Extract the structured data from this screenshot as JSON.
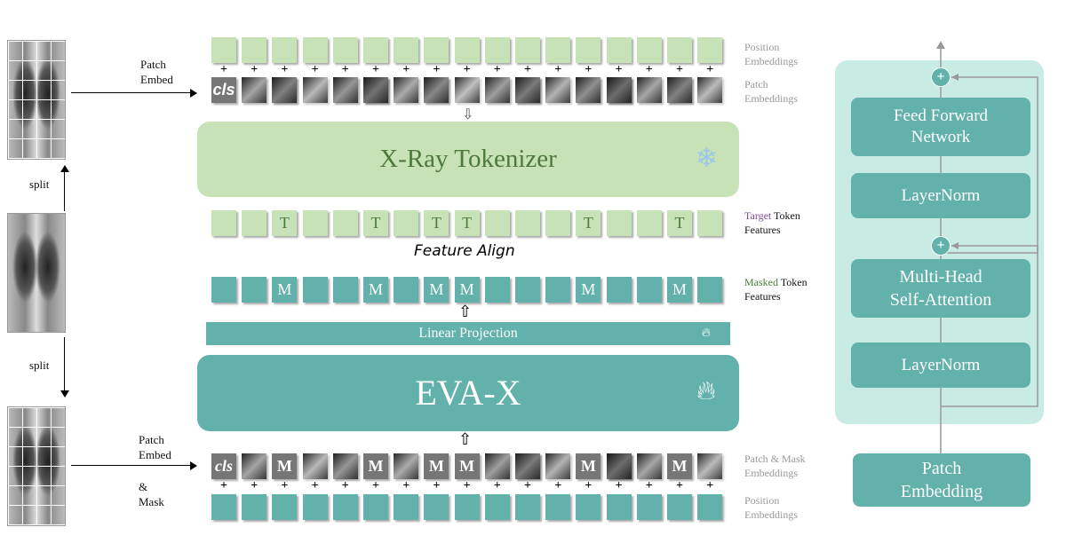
{
  "left": {
    "patch_embed_top": "Patch\nEmbed",
    "split_top": "split",
    "split_bottom": "split",
    "patch_embed_bottom": "Patch\nEmbed",
    "and": "&",
    "mask": "Mask"
  },
  "tokens": {
    "cls": "cls",
    "target": "T",
    "masked": "M",
    "count": 17,
    "masked_indices": [
      2,
      5,
      7,
      8,
      12,
      15
    ]
  },
  "labels": {
    "position_embeddings": "Position Embeddings",
    "patch_embeddings": "Patch Embeddings",
    "target_word": "Target",
    "token_word": " Token",
    "features_word": "Features",
    "masked_word": "Masked",
    "patch_mask_embeddings": "Patch & Mask Embeddings",
    "position_embeddings_bottom": "Position Embeddings"
  },
  "main": {
    "tokenizer": "X-Ray Tokenizer",
    "feature_align": "Feature Align",
    "linear_projection": "Linear Projection",
    "eva_x": "EVA-X"
  },
  "block": {
    "ffn": "Feed Forward\nNetwork",
    "layernorm_top": "LayerNorm",
    "mhsa": "Multi-Head\nSelf-Attention",
    "layernorm_bottom": "LayerNorm",
    "patch_embedding": "Patch\nEmbedding",
    "plus": "+"
  },
  "colors": {
    "green": "#c6e2b6",
    "teal": "#62b1ab",
    "panel": "#c8ebe3",
    "target": "#7a4a9a",
    "masked": "#4d7a3c"
  }
}
